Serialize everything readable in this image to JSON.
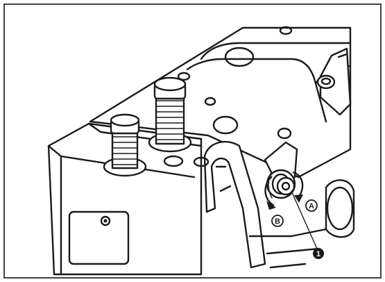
{
  "callouts": {
    "a": "A",
    "b": "B",
    "one": "1"
  },
  "colors": {
    "ink": "#1a1a1a",
    "paper": "#ffffff",
    "border": "#444444"
  }
}
